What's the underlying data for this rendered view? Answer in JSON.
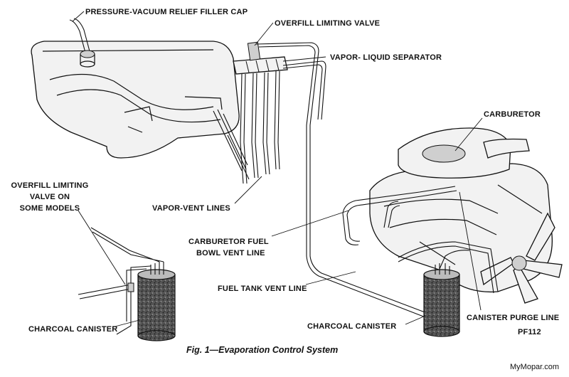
{
  "labels": {
    "filler_cap": "PRESSURE-VACUUM RELIEF FILLER CAP",
    "overfill_valve": "OVERFILL LIMITING VALVE",
    "separator": "VAPOR- LIQUID SEPARATOR",
    "carburetor": "CARBURETOR",
    "overfill_some_1": "OVERFILL LIMITING",
    "overfill_some_2": "VALVE ON",
    "overfill_some_3": "SOME MODELS",
    "vapor_vent": "VAPOR-VENT LINES",
    "bowl_vent_1": "CARBURETOR FUEL",
    "bowl_vent_2": "BOWL VENT LINE",
    "tank_vent": "FUEL TANK VENT LINE",
    "canister_left": "CHARCOAL CANISTER",
    "canister_right": "CHARCOAL CANISTER",
    "purge_line": "CANISTER PURGE LINE",
    "code": "PF112"
  },
  "caption": "Fig. 1—Evaporation Control System",
  "watermark": "MyMopar.com"
}
